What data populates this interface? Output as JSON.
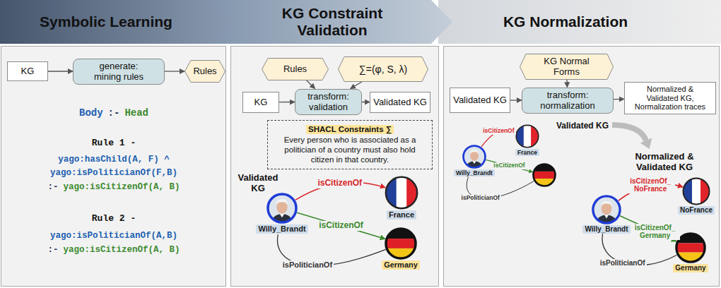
{
  "diagram": {
    "nodes": [
      {
        "text": [
          "Symbolic Learning"
        ]
      },
      {
        "text": [
          "KG Constraint Validation"
        ]
      },
      {
        "text": [
          "KG Normalization"
        ]
      },
      {
        "text": [
          "KG"
        ]
      },
      {
        "text": [
          "generate: mining rules"
        ]
      },
      {
        "text": [
          "Rules"
        ]
      },
      {
        "text": [
          "Rules"
        ]
      },
      {
        "text": [
          "∑=(φ, S, λ)"
        ]
      },
      {
        "text": [
          "KG"
        ]
      },
      {
        "text": [
          "transform: validation"
        ]
      },
      {
        "text": [
          "Validated KG"
        ]
      },
      {
        "text": [
          "SHACL Constraints ∑",
          "Every person who is associated as a politician of a country must also hold citizen in that country."
        ]
      },
      {
        "text": [
          "Willy_Brandt"
        ]
      },
      {
        "text": [
          "France"
        ]
      },
      {
        "text": [
          "Germany"
        ]
      },
      {
        "text": [
          "KG Normal Forms"
        ]
      },
      {
        "text": [
          "Validated KG"
        ]
      },
      {
        "text": [
          "transform: normalization"
        ]
      },
      {
        "text": [
          "Normalized & Validated KG, Normalization traces"
        ]
      },
      {
        "text": [
          "Willy_Brandt"
        ]
      },
      {
        "text": [
          "France"
        ]
      },
      {
        "text": []
      },
      {
        "text": [
          "Willy_Brandt"
        ]
      },
      {
        "text": [
          "NoFrance"
        ]
      },
      {
        "text": [
          "Germany"
        ]
      }
    ],
    "edges": [
      {
        "from": 3,
        "to": 4,
        "arrow": "to"
      },
      {
        "from": 4,
        "to": 5,
        "arrow": "to"
      },
      {
        "from": 6,
        "to": 9,
        "arrow": "to"
      },
      {
        "from": 7,
        "to": 9,
        "arrow": "to"
      },
      {
        "from": 8,
        "to": 9,
        "arrow": "to"
      },
      {
        "from": 9,
        "to": 10,
        "arrow": "to"
      },
      {
        "from": 12,
        "to": 13,
        "label": "isCitizenOf",
        "arrow": "to"
      },
      {
        "from": 12,
        "to": 14,
        "label": "isCitizenOf",
        "arrow": "to"
      },
      {
        "from": 12,
        "to": 14,
        "label": "isPoliticianOf",
        "arrow": "none"
      },
      {
        "from": 15,
        "to": 17,
        "arrow": "to"
      },
      {
        "from": 16,
        "to": 17,
        "arrow": "to"
      },
      {
        "from": 17,
        "to": 18,
        "arrow": "to"
      },
      {
        "from": 19,
        "to": 20,
        "label": "isCitizenOf",
        "arrow": "to"
      },
      {
        "from": 19,
        "to": 21,
        "label": "isCitizenOf",
        "arrow": "to"
      },
      {
        "from": 19,
        "to": 21,
        "label": "isPoliticianOf",
        "arrow": "none"
      },
      {
        "from": 22,
        "to": 23,
        "label": "isCitizenOf_ NoFrance",
        "arrow": "to"
      },
      {
        "from": 22,
        "to": 24,
        "label": "isCitizenOf_ Germany",
        "arrow": "to"
      },
      {
        "from": 22,
        "to": 24,
        "label": "isPoliticianOf",
        "arrow": "none"
      }
    ],
    "labels": [
      "Body",
      ":-",
      "Head",
      "Rule 1 -",
      "yago:hasChild(A, F) ^",
      "yago:isPoliticianOf(F,B)",
      ":-",
      "yago:isCitizenOf(A, B)",
      "Rule 2 -",
      "yago:isPoliticianOf(A,B)",
      ":-",
      "yago:isCitizenOf(A, B)",
      "Validated KG",
      "Validated KG",
      "Normalized & Validated KG"
    ]
  }
}
